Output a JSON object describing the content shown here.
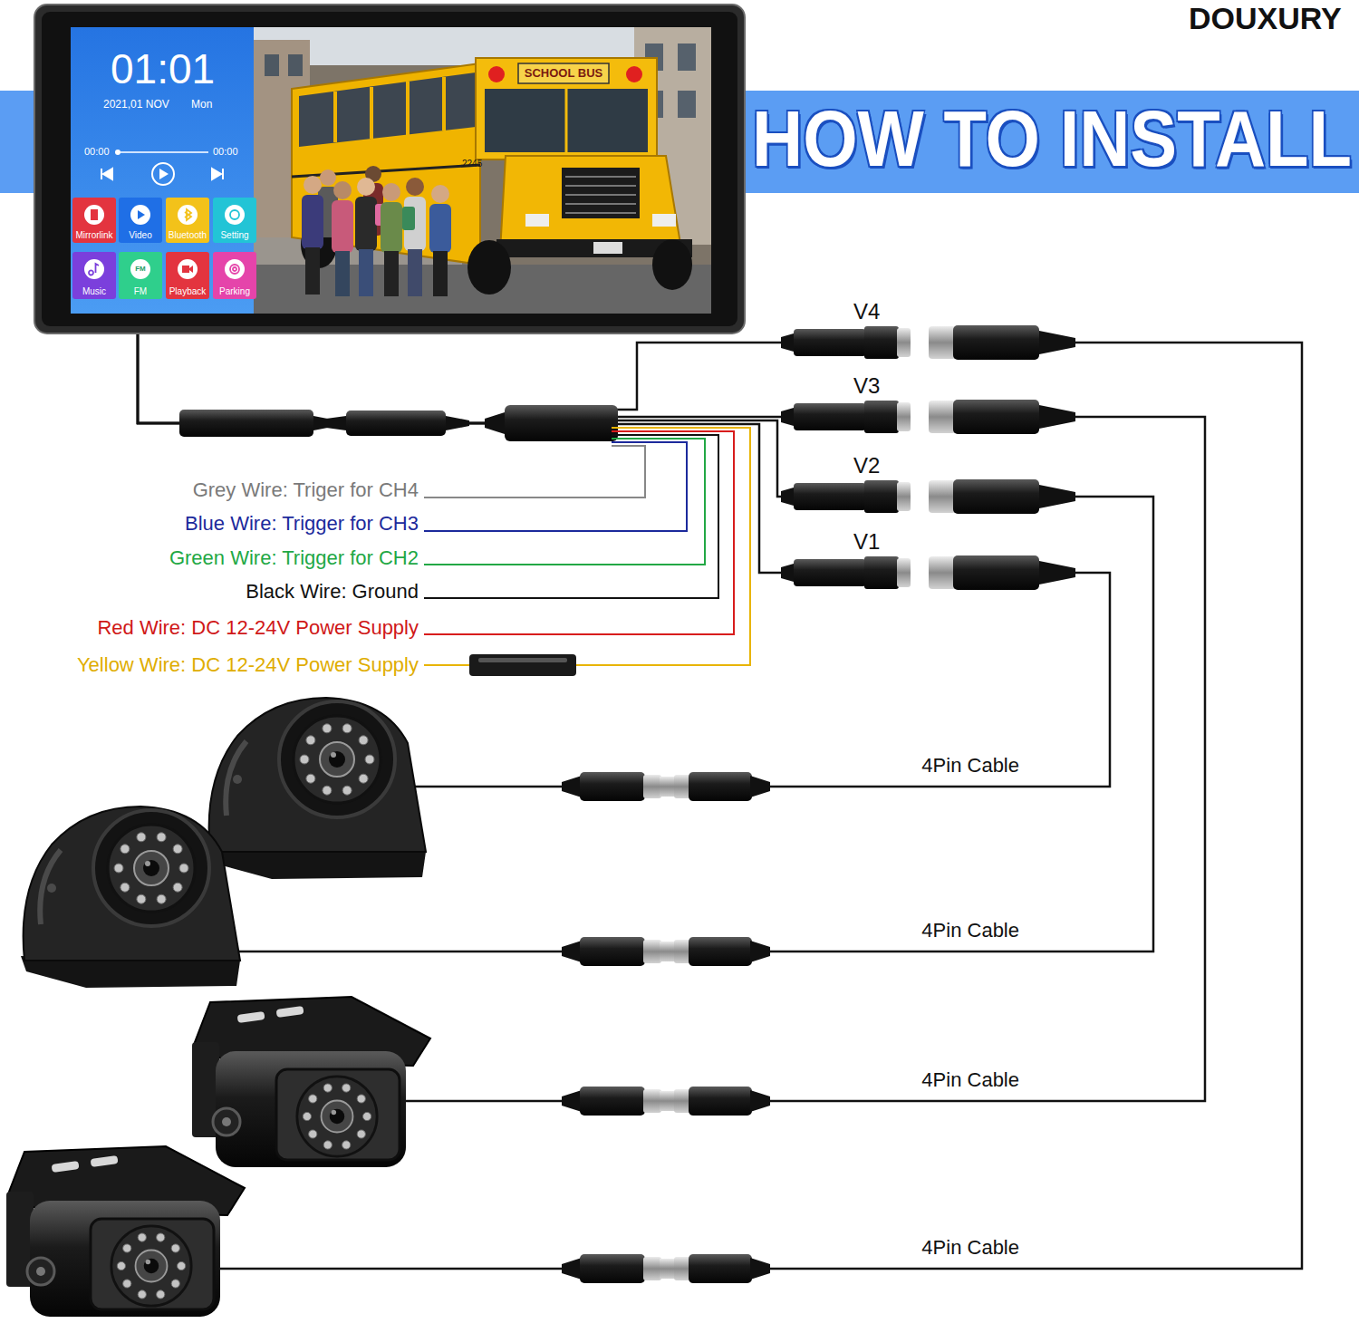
{
  "diagram": {
    "title": "HOW TO INSTALL",
    "nodes": [
      {
        "text": [
          "01:01",
          "2021,01 NOV",
          "Mon",
          "00:00",
          "00:00"
        ]
      },
      {
        "text": [
          "Mirrorlink"
        ],
        "in": 0
      },
      {
        "text": [
          "Video"
        ],
        "in": 0
      },
      {
        "text": [
          "Bluetooth"
        ],
        "in": 0
      },
      {
        "text": [
          "Setting"
        ],
        "in": 0
      },
      {
        "text": [
          "Music"
        ],
        "in": 0
      },
      {
        "text": [
          "FM",
          "FM"
        ],
        "in": 0
      },
      {
        "text": [
          "Playback"
        ],
        "in": 0
      },
      {
        "text": [
          "Parking"
        ],
        "in": 0
      },
      {
        "text": [
          "V4"
        ]
      },
      {
        "text": [
          "V3"
        ]
      },
      {
        "text": [
          "V2"
        ]
      },
      {
        "text": [
          "V1"
        ]
      },
      {
        "text": [
          "4Pin Cable"
        ]
      },
      {
        "text": [
          "4Pin Cable"
        ]
      },
      {
        "text": [
          "4Pin Cable"
        ]
      },
      {
        "text": [
          "4Pin Cable"
        ]
      }
    ],
    "edges": [
      {
        "from": 0,
        "to": 9,
        "arrow": "none"
      },
      {
        "from": 0,
        "to": 10,
        "arrow": "none"
      },
      {
        "from": 0,
        "to": 11,
        "arrow": "none"
      },
      {
        "from": 0,
        "to": 12,
        "arrow": "none"
      },
      {
        "from": 12,
        "to": 13,
        "arrow": "none"
      },
      {
        "from": 11,
        "to": 14,
        "arrow": "none"
      },
      {
        "from": 10,
        "to": 15,
        "arrow": "none"
      },
      {
        "from": 9,
        "to": 16,
        "arrow": "none"
      }
    ],
    "labels": [
      "DOUXURY",
      "SCHOOL BUS",
      "2245",
      "Grey Wire: Triger for CH4",
      "Blue Wire: Trigger for CH3",
      "Green Wire: Trigger for CH2",
      "Black Wire: Ground",
      "Red Wire: DC 12-24V Power Supply",
      "Yellow Wire: DC 12-24V Power Supply"
    ]
  }
}
